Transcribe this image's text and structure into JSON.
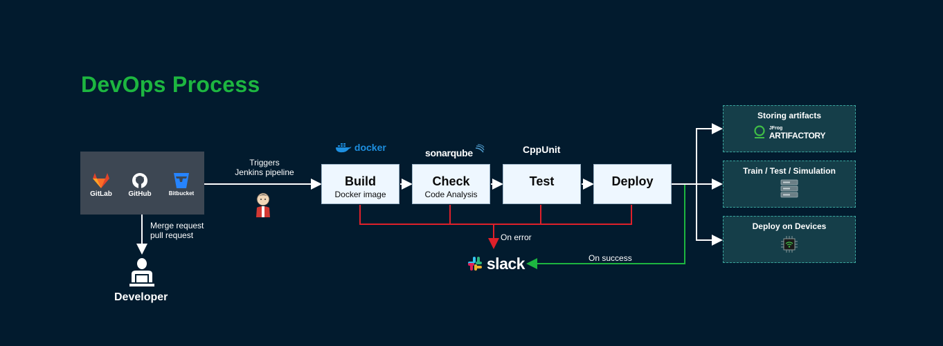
{
  "title": "DevOps Process",
  "repos": {
    "gitlab": "GitLab",
    "github": "GitHub",
    "bitbucket": "Bitbucket"
  },
  "merge_label": [
    "Merge request",
    "pull request"
  ],
  "developer_label": "Developer",
  "trigger_label": [
    "Triggers",
    "Jenkins pipeline"
  ],
  "tools": {
    "docker": "docker",
    "sonarqube": "sonarqube",
    "cppunit": "CppUnit"
  },
  "stages": [
    {
      "name": "Build",
      "sub": "Docker image"
    },
    {
      "name": "Check",
      "sub": "Code Analysis"
    },
    {
      "name": "Test",
      "sub": ""
    },
    {
      "name": "Deploy",
      "sub": ""
    }
  ],
  "on_error": "On error",
  "on_success": "On success",
  "slack": "slack",
  "outputs": [
    {
      "title": "Storing artifacts",
      "logo_small": "JFrog",
      "logo_big": "ARTIFACTORY"
    },
    {
      "title": "Train / Test / Simulation"
    },
    {
      "title": "Deploy on Devices"
    }
  ],
  "colors": {
    "background": "#021b2e",
    "title": "#1db640",
    "error": "#e0202a",
    "success": "#1db640",
    "docker": "#1d8fe0"
  },
  "icons": [
    "gitlab-icon",
    "github-icon",
    "bitbucket-icon",
    "developer-icon",
    "jenkins-icon",
    "slack-icon",
    "artifactory-icon",
    "server-icon",
    "chip-icon"
  ]
}
